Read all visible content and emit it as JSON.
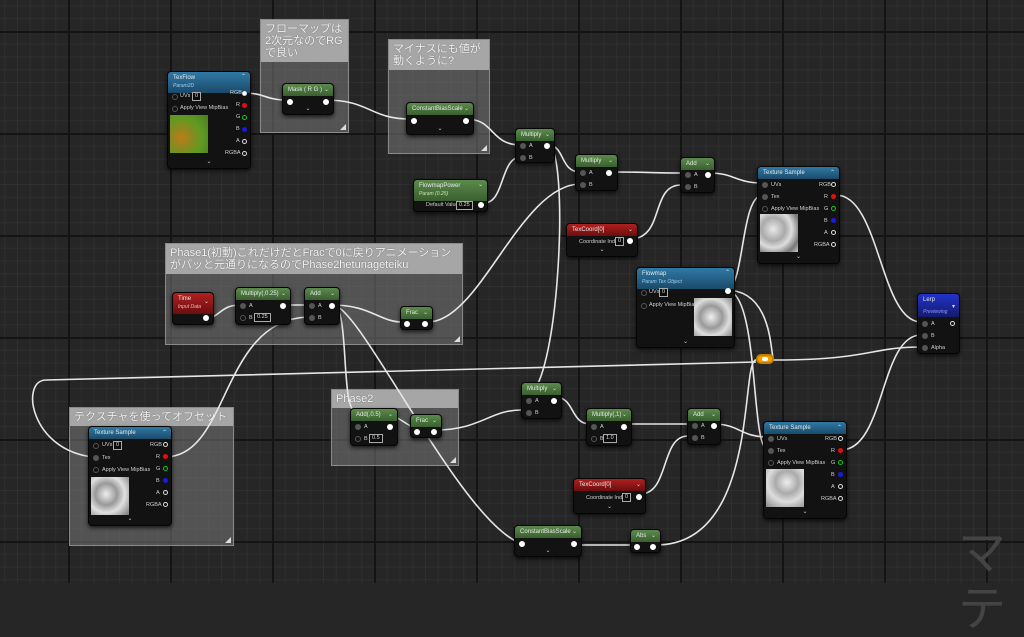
{
  "app": "Material Editor Graph",
  "comments": {
    "flowmap_rg": "フローマップは2次元なのでRGで良い",
    "minus": "マイナスにも値が動くように?",
    "phase1": "Phase1(初動)これだけだとFracで0に戻りアニメーションがパッと元通りになるのでPhase2hetunageteiku",
    "texture_offset": "テクスチャを使ってオフセット",
    "phase2": "Phase2"
  },
  "nodes": {
    "texflow": {
      "title": "TexFlow",
      "subtitle": "Param2D",
      "uvs_label": "UVs",
      "uvs_value": "0",
      "mip_label": "Apply View MipBias",
      "outputs": [
        "RGB",
        "R",
        "G",
        "B",
        "A",
        "RGBA"
      ]
    },
    "mask": {
      "title": "Mask ( R G )"
    },
    "cbs1": {
      "title": "ConstantBiasScale"
    },
    "flowmap_power": {
      "title": "FlowmapPower",
      "subtitle": "Param (0.25)",
      "label": "Default Value",
      "value": "0.25"
    },
    "multiply1": {
      "title": "Multiply",
      "a": "A",
      "b": "B"
    },
    "multiply2": {
      "title": "Multiply",
      "a": "A",
      "b": "B"
    },
    "add1": {
      "title": "Add",
      "a": "A",
      "b": "B"
    },
    "texcoord1": {
      "title": "TexCoord[0]",
      "label": "Coordinate Index",
      "value": "0"
    },
    "texsample1": {
      "title": "Texture Sample",
      "inputs": [
        "UVs",
        "Tex",
        "Apply View MipBias"
      ],
      "outputs": [
        "RGB",
        "R",
        "G",
        "B",
        "A",
        "RGBA"
      ]
    },
    "flowmap": {
      "title": "Flowmap",
      "subtitle": "Param Tex Object",
      "uvs_label": "UVs",
      "uvs_value": "0",
      "mip_label": "Apply View MipBias"
    },
    "lerp": {
      "title": "Lerp",
      "subtitle": "Previewing",
      "a": "A",
      "b": "B",
      "alpha": "Alpha"
    },
    "time": {
      "title": "Time",
      "subtitle": "Input Data"
    },
    "multiply_025": {
      "title": "Multiply(,0.25)",
      "a": "A",
      "b": "B",
      "b_value": "0.25"
    },
    "add2": {
      "title": "Add",
      "a": "A",
      "b": "B"
    },
    "frac1": {
      "title": "Frac"
    },
    "texsample2": {
      "title": "Texture Sample",
      "uvs_value": "0",
      "inputs": [
        "UVs",
        "Tex",
        "Apply View MipBias"
      ],
      "outputs": [
        "RGB",
        "R",
        "G",
        "B",
        "A",
        "RGBA"
      ]
    },
    "add_05": {
      "title": "Add(,0.5)",
      "a": "A",
      "b": "B",
      "b_value": "0.5"
    },
    "frac2": {
      "title": "Frac"
    },
    "multiply3": {
      "title": "Multiply",
      "a": "A",
      "b": "B"
    },
    "multiply_1": {
      "title": "Multiply(,1)",
      "a": "A",
      "b": "B",
      "b_value": "1.0"
    },
    "add3": {
      "title": "Add",
      "a": "A",
      "b": "B"
    },
    "texcoord2": {
      "title": "TexCoord[0]",
      "label": "Coordinate Index",
      "value": "0"
    },
    "texsample3": {
      "title": "Texture Sample",
      "inputs": [
        "UVs",
        "Tex",
        "Apply View MipBias"
      ],
      "outputs": [
        "RGB",
        "R",
        "G",
        "B",
        "A",
        "RGBA"
      ]
    },
    "cbs2": {
      "title": "ConstantBiasScale"
    },
    "abs": {
      "title": "Abs"
    }
  },
  "watermark": "マテ",
  "colors": {
    "param_blue": "#2f79a6",
    "math_green": "#5b8a4c",
    "input_red": "#b02020",
    "result_purple": "#2233cc",
    "reroute": "#f0a000"
  }
}
